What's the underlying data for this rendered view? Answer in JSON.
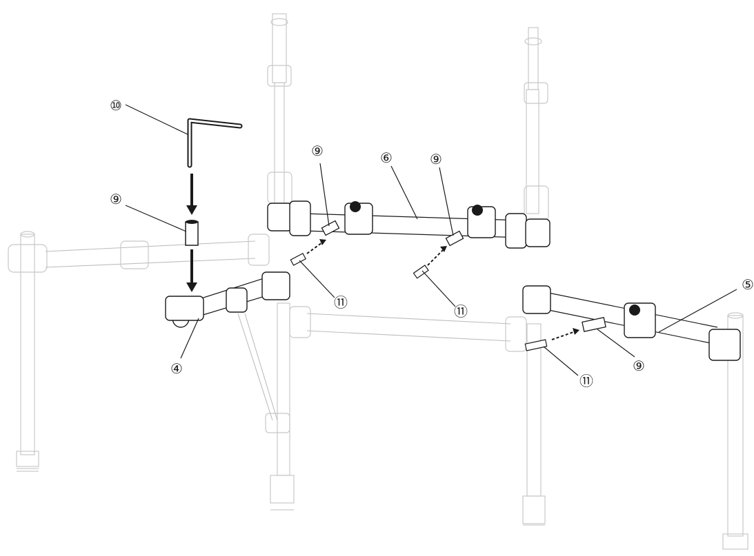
{
  "callouts": [
    {
      "id": "c10a",
      "label": "⑩"
    },
    {
      "id": "c9a",
      "label": "⑨"
    },
    {
      "id": "c9b",
      "label": "⑨"
    },
    {
      "id": "c6",
      "label": "⑥"
    },
    {
      "id": "c9c",
      "label": "⑨"
    },
    {
      "id": "c11a",
      "label": "⑪"
    },
    {
      "id": "c11b",
      "label": "⑪"
    },
    {
      "id": "c4",
      "label": "④"
    },
    {
      "id": "c5",
      "label": "⑤"
    },
    {
      "id": "c9d",
      "label": "⑨"
    },
    {
      "id": "c11c",
      "label": "⑪"
    }
  ],
  "colors": {
    "line": "#1a1a1a",
    "faded": "#c8c8c8",
    "background": "#ffffff"
  },
  "icons": [
    "hex-key-icon",
    "arrow-down-icon",
    "arrow-diagonal-icon"
  ]
}
